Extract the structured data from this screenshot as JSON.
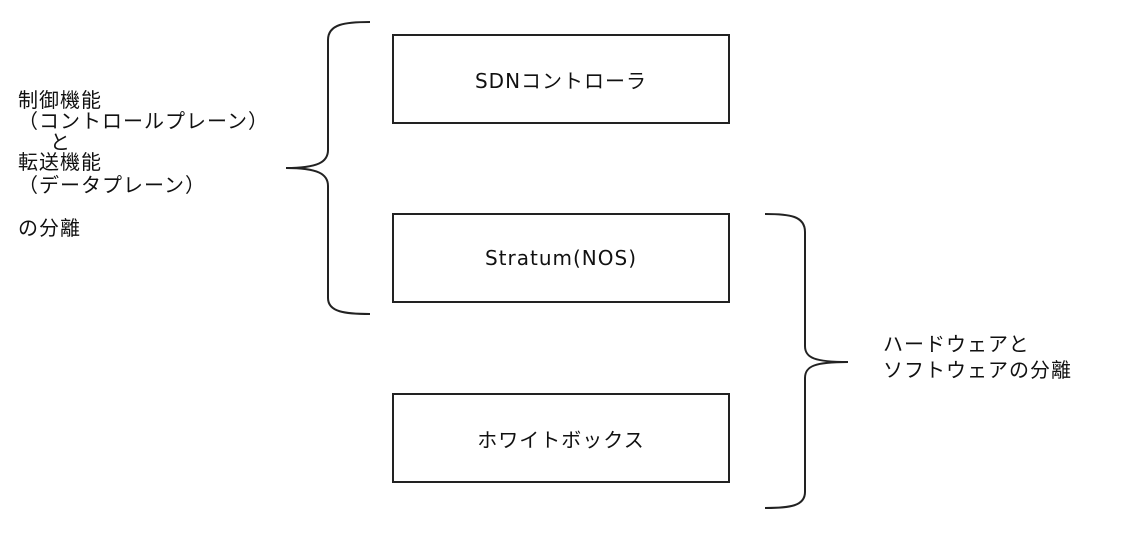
{
  "boxes": {
    "sdn_controller": "SDNコントローラ",
    "stratum": "Stratum(NOS)",
    "whitebox": "ホワイトボックス"
  },
  "left_label": {
    "line1": "制御機能",
    "line2": "（コントロールプレーン）",
    "line3": "と",
    "line4": "転送機能",
    "line5": "（データプレーン）",
    "line6": "の分離"
  },
  "right_label": {
    "line1": "ハードウェアと",
    "line2": "ソフトウェアの分離"
  }
}
